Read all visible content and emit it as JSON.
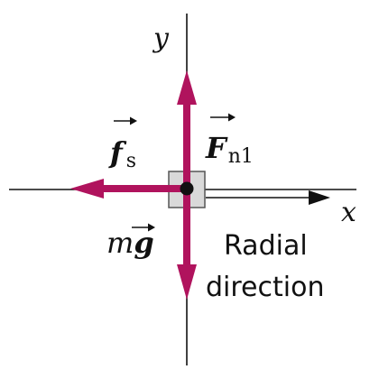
{
  "axes": {
    "x_label": "x",
    "y_label": "y"
  },
  "forces": {
    "friction": {
      "symbol": "f",
      "subscript": "s"
    },
    "normal": {
      "symbol": "F",
      "subscript": "n1"
    },
    "weight": {
      "prefix": "m",
      "symbol": "g"
    }
  },
  "caption": {
    "line1": "Radial",
    "line2": "direction"
  },
  "colors": {
    "force_arrow": "#B0135D",
    "axis": "#111111",
    "block_fill": "#D9D9D9",
    "block_stroke": "#555555"
  }
}
